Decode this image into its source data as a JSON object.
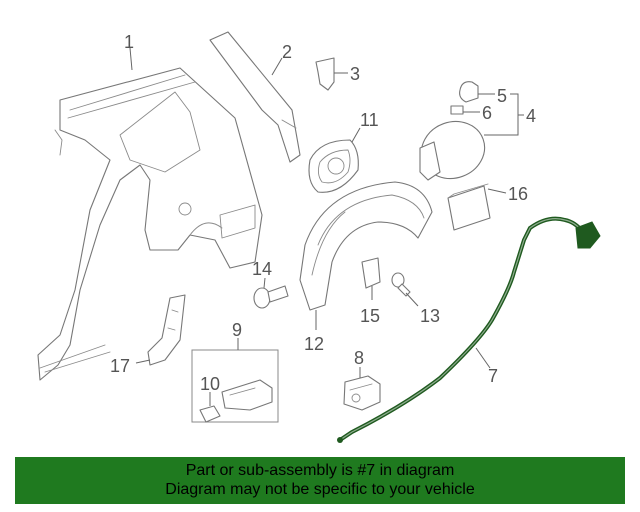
{
  "banner": {
    "line1": "Part or sub-assembly is #7 in diagram",
    "line2": "Diagram may not be specific to your vehicle"
  },
  "callouts": [
    {
      "id": "1",
      "label": "1"
    },
    {
      "id": "2",
      "label": "2"
    },
    {
      "id": "3",
      "label": "3"
    },
    {
      "id": "4",
      "label": "4"
    },
    {
      "id": "5",
      "label": "5"
    },
    {
      "id": "6",
      "label": "6"
    },
    {
      "id": "7",
      "label": "7"
    },
    {
      "id": "8",
      "label": "8"
    },
    {
      "id": "9",
      "label": "9"
    },
    {
      "id": "10",
      "label": "10"
    },
    {
      "id": "11",
      "label": "11"
    },
    {
      "id": "12",
      "label": "12"
    },
    {
      "id": "13",
      "label": "13"
    },
    {
      "id": "14",
      "label": "14"
    },
    {
      "id": "15",
      "label": "15"
    },
    {
      "id": "16",
      "label": "16"
    },
    {
      "id": "17",
      "label": "17"
    }
  ],
  "colors": {
    "highlight_part": "#1f5a1f",
    "banner_bg": "#1f7a1f",
    "line_art": "#777777"
  }
}
